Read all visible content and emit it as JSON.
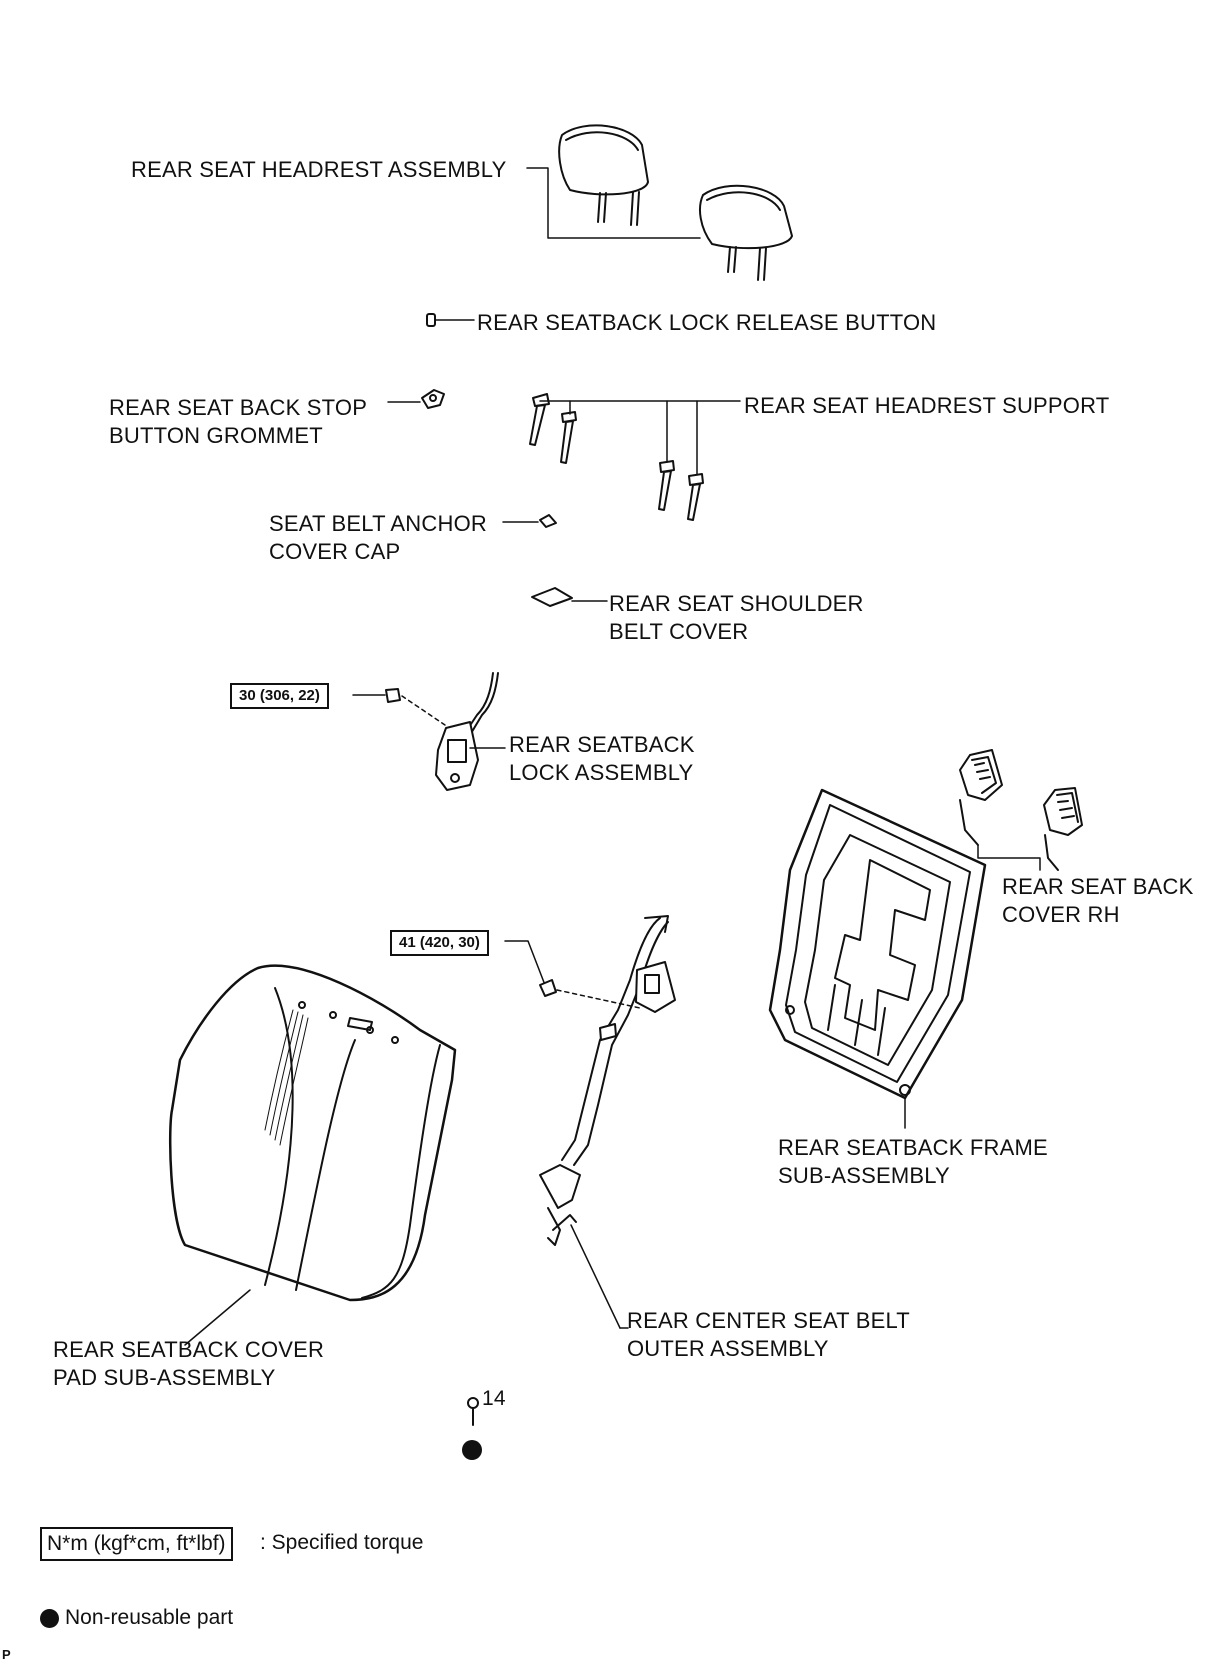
{
  "labels": {
    "headrest_assembly": "REAR SEAT HEADREST ASSEMBLY",
    "lock_release_button": "REAR SEATBACK LOCK RELEASE BUTTON",
    "back_stop_grommet_1": "REAR SEAT BACK STOP",
    "back_stop_grommet_2": "BUTTON GROMMET",
    "headrest_support": "REAR SEAT HEADREST SUPPORT",
    "anchor_cover_cap_1": "SEAT BELT ANCHOR",
    "anchor_cover_cap_2": "COVER CAP",
    "shoulder_belt_cover_1": "REAR SEAT SHOULDER",
    "shoulder_belt_cover_2": "BELT COVER",
    "seatback_lock_1": "REAR SEATBACK",
    "seatback_lock_2": "LOCK ASSEMBLY",
    "back_cover_rh_1": "REAR SEAT BACK",
    "back_cover_rh_2": "COVER RH",
    "frame_sub_assembly_1": "REAR SEATBACK FRAME",
    "frame_sub_assembly_2": "SUB-ASSEMBLY",
    "center_belt_outer_1": "REAR CENTER SEAT BELT",
    "center_belt_outer_2": "OUTER ASSEMBLY",
    "cover_pad_1": "REAR SEATBACK COVER",
    "cover_pad_2": "PAD SUB-ASSEMBLY",
    "ring_part_number": "14"
  },
  "torques": {
    "lock_bolt": "30 (306, 22)",
    "belt_bolt": "41 (420, 30)"
  },
  "legend": {
    "torque_box": "N*m (kgf*cm, ft*lbf)",
    "torque_text": ": Specified torque",
    "nonreusable_text": "Non-reusable part"
  },
  "corner_mark": "P"
}
